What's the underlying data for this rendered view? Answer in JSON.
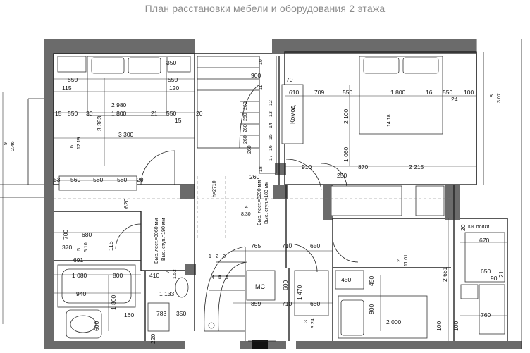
{
  "title": "План расстановки мебели и оборудования 2 этажа",
  "labels": {
    "komod": "Комод",
    "ms": "МС",
    "kn_polki": "Кн. полки",
    "h": "h=2710",
    "stair_upper_a": "Выс. лест.=3290 мм",
    "stair_upper_b": "Выс. ступ.=183 мм",
    "stair_lower_a": "Выс. лест.=3060 мм",
    "stair_lower_b": "Выс. ступ.=190 мм"
  },
  "rooms": {
    "r6": "6",
    "r6_area": "12.19",
    "r9": "9",
    "r9_area": "2.46",
    "r4": "4",
    "r4_area": "8.30",
    "r8": "8",
    "r8_area": "3.07",
    "r14": "14.18",
    "r2": "2",
    "r2_area": "11.01",
    "r5": "5",
    "r5_area": "5.10",
    "r7": "7",
    "r7_area": "1.53",
    "r3": "3",
    "r3_area": "3.24"
  },
  "stair_upper_numbers": [
    "10",
    "11",
    "12",
    "13",
    "14",
    "15",
    "16",
    "17",
    "18"
  ],
  "stair_lower_numbers": [
    "1",
    "2",
    "3",
    "4",
    "5",
    "6"
  ],
  "dims": {
    "d550a": "550",
    "d350a": "350",
    "d115": "115",
    "d550b": "550",
    "d120": "120",
    "d2980": "2 980",
    "d15a": "15",
    "d550c": "550",
    "d30": "30",
    "d1800a": "1 800",
    "d21a": "21",
    "d550d": "550",
    "d15b": "15",
    "d20a": "20",
    "d3383": "3 383",
    "d3300": "3 300",
    "d53": "53",
    "d560": "560",
    "d580a": "580",
    "d580b": "580",
    "d20b": "20",
    "d620": "620",
    "d900a": "900",
    "d70a": "70",
    "d610": "610",
    "d709": "709",
    "d550e": "550",
    "d1800b": "1 800",
    "d16": "16",
    "d550f": "550",
    "d100a": "100",
    "d24": "24",
    "d2100": "2 100",
    "d1060": "1 060",
    "d910": "910",
    "d870": "870",
    "d2215": "2 215",
    "d250": "250",
    "d260": "260",
    "s260a": "260",
    "s260b": "260",
    "s260c": "260",
    "s260d": "260",
    "s260e": "260",
    "d700": "700",
    "d680": "680",
    "d370": "370",
    "d691": "691",
    "d115b": "115",
    "d1080": "1 080",
    "d800a": "800",
    "d940": "940",
    "d410": "410",
    "d1133": "1 133",
    "d1800c": "1 800",
    "d160": "160",
    "d600a": "600",
    "d783": "783",
    "d350b": "350",
    "d220": "220",
    "d765": "765",
    "d710a": "710",
    "d650a": "650",
    "d600b": "600",
    "d1470": "1 470",
    "d859": "859",
    "d710b": "710",
    "d650b": "650",
    "d450a": "450",
    "d450b": "450",
    "d900b": "900",
    "d2000": "2 000",
    "d100b": "100",
    "d670": "670",
    "d650c": "650",
    "d90": "90",
    "d21b": "21",
    "d2661": "2 661",
    "d760": "760",
    "d100c": "100",
    "d20c": "20"
  }
}
